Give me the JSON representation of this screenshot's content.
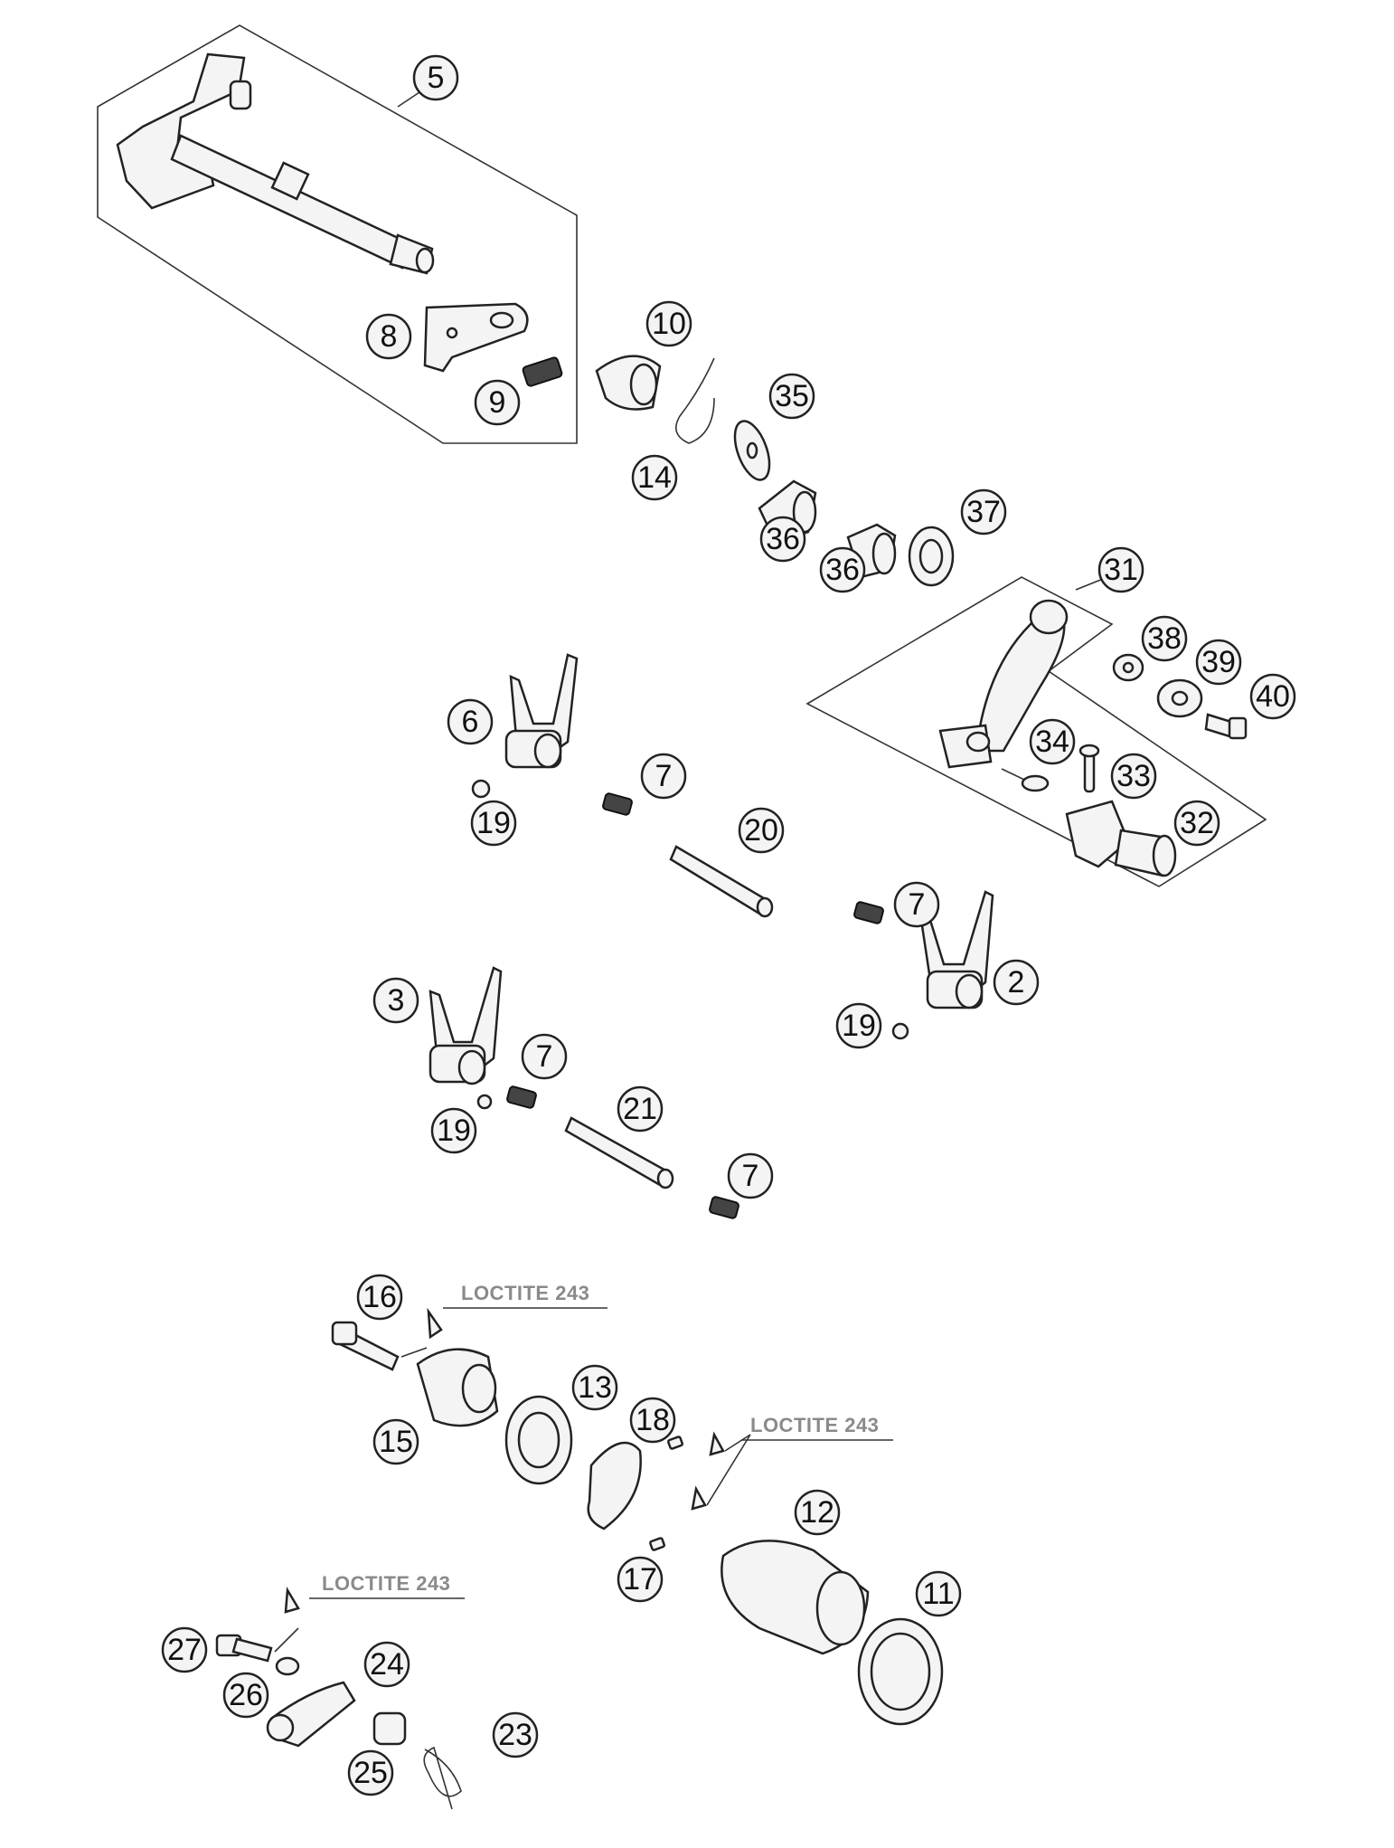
{
  "callouts": [
    {
      "id": "5",
      "label": "5"
    },
    {
      "id": "8",
      "label": "8"
    },
    {
      "id": "9",
      "label": "9"
    },
    {
      "id": "10",
      "label": "10"
    },
    {
      "id": "14",
      "label": "14"
    },
    {
      "id": "35",
      "label": "35"
    },
    {
      "id": "36a",
      "label": "36"
    },
    {
      "id": "36b",
      "label": "36"
    },
    {
      "id": "37",
      "label": "37"
    },
    {
      "id": "31",
      "label": "31"
    },
    {
      "id": "38",
      "label": "38"
    },
    {
      "id": "39",
      "label": "39"
    },
    {
      "id": "40",
      "label": "40"
    },
    {
      "id": "34",
      "label": "34"
    },
    {
      "id": "33",
      "label": "33"
    },
    {
      "id": "32",
      "label": "32"
    },
    {
      "id": "6",
      "label": "6"
    },
    {
      "id": "7a",
      "label": "7"
    },
    {
      "id": "19a",
      "label": "19"
    },
    {
      "id": "20",
      "label": "20"
    },
    {
      "id": "7b",
      "label": "7"
    },
    {
      "id": "2",
      "label": "2"
    },
    {
      "id": "19b",
      "label": "19"
    },
    {
      "id": "3",
      "label": "3"
    },
    {
      "id": "7c",
      "label": "7"
    },
    {
      "id": "19c",
      "label": "19"
    },
    {
      "id": "21",
      "label": "21"
    },
    {
      "id": "7d",
      "label": "7"
    },
    {
      "id": "16",
      "label": "16"
    },
    {
      "id": "13",
      "label": "13"
    },
    {
      "id": "18",
      "label": "18"
    },
    {
      "id": "15",
      "label": "15"
    },
    {
      "id": "12",
      "label": "12"
    },
    {
      "id": "17",
      "label": "17"
    },
    {
      "id": "11",
      "label": "11"
    },
    {
      "id": "27",
      "label": "27"
    },
    {
      "id": "24",
      "label": "24"
    },
    {
      "id": "26",
      "label": "26"
    },
    {
      "id": "23",
      "label": "23"
    },
    {
      "id": "25",
      "label": "25"
    }
  ],
  "loctite_labels": [
    {
      "id": "l1",
      "text": "LOCTITE 243"
    },
    {
      "id": "l2",
      "text": "LOCTITE 243"
    },
    {
      "id": "l3",
      "text": "LOCTITE 243"
    }
  ]
}
